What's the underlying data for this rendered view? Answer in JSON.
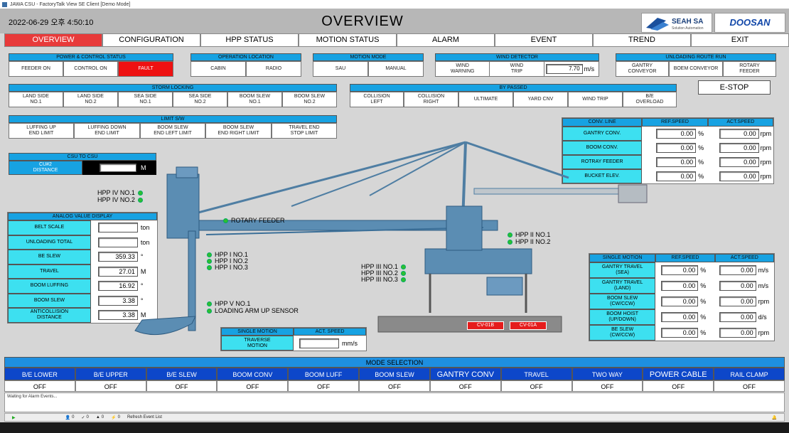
{
  "window": {
    "title": "JAWA CSU - FactoryTalk View SE Client  [Demo Mode]"
  },
  "header": {
    "datetime": "2022-06-29 오후 4:50:10",
    "title": "OVERVIEW",
    "logo_left": "SEAH SA",
    "logo_left_sub": "Solution Automation",
    "logo_right": "DOOSAN"
  },
  "nav": [
    "OVERVIEW",
    "CONFIGURATION",
    "HPP STATUS",
    "MOTION STATUS",
    "ALARM",
    "EVENT",
    "TREND",
    "EXIT"
  ],
  "power": {
    "title": "POWER & CONTROL STATUS",
    "items": [
      "FEEDER ON",
      "CONTROL ON",
      "FAULT"
    ]
  },
  "oploc": {
    "title": "OPERATION LOCATION",
    "items": [
      "CABIN",
      "RADIO"
    ]
  },
  "motion_mode": {
    "title": "MOTION MODE",
    "items": [
      "SAU",
      "MANUAL"
    ]
  },
  "wind": {
    "title": "WIND DETECTOR",
    "warning": "WIND\nWARNING",
    "trip": "WIND\nTRIP",
    "value": "7.70",
    "unit": "m/s"
  },
  "unloading": {
    "title": "UNLOADING ROUTE RUN",
    "items": [
      "GANTRY\nCONVEYOR",
      "BOEM CONVEYOR",
      "ROTARY\nFEEDER"
    ]
  },
  "storm": {
    "title": "STORM LOCKING",
    "items": [
      "LAND SIDE\nNO.1",
      "LAND SIDE\nNO.2",
      "SEA SIDE\nNO.1",
      "SEA SIDE\nNO.2",
      "BOOM SLEW\nNO.1",
      "BOOM SLEW\nNO.2"
    ]
  },
  "bypassed": {
    "title": "BY PASSED",
    "items": [
      "COLLISION\nLEFT",
      "COLLISION\nRIGHT",
      "ULTIMATE",
      "YARD CNV",
      "WIND TRIP",
      "B/E\nOVERLOAD"
    ]
  },
  "estop": "E-STOP",
  "limit": {
    "title": "LIMIT S/W",
    "items": [
      "LUFFING UP\nEND LIMIT",
      "LUFFING DOWN\nEND LIMIT",
      "BOOM SLEW\nEND LEFT LIMIT",
      "BOOM SLEW\nEND RIGHT LIMIT",
      "TRAVEL END\nSTOP LIMIT"
    ]
  },
  "csu": {
    "title": "CSU TO CSU",
    "label": "CU#2\nDISTANCE",
    "value": "",
    "unit": "M"
  },
  "conv": {
    "h1": "CONV. LINE",
    "h2": "REF.SPEED",
    "h3": "ACT.SPEED",
    "rows": [
      {
        "name": "GANTRY CONV.",
        "ref": "0.00",
        "ru": "%",
        "act": "0.00",
        "au": "rpm"
      },
      {
        "name": "BOOM CONV.",
        "ref": "0.00",
        "ru": "%",
        "act": "0.00",
        "au": "rpm"
      },
      {
        "name": "ROTRAY FEEDER",
        "ref": "0.00",
        "ru": "%",
        "act": "0.00",
        "au": "rpm"
      },
      {
        "name": "BUCKET ELEV.",
        "ref": "0.00",
        "ru": "%",
        "act": "0.00",
        "au": "rpm"
      }
    ]
  },
  "analog": {
    "title": "ANALOG VALUE DISPLAY",
    "rows": [
      {
        "name": "BELT SCALE",
        "value": "",
        "unit": "ton"
      },
      {
        "name": "UNLOADING TOTAL",
        "value": "",
        "unit": "ton"
      },
      {
        "name": "BE SLEW",
        "value": "359.33",
        "unit": "°"
      },
      {
        "name": "TRAVEL",
        "value": "27.01",
        "unit": "M"
      },
      {
        "name": "BOOM LUFFING",
        "value": "16.92",
        "unit": "°"
      },
      {
        "name": "BOOM SLEW",
        "value": "3.38",
        "unit": "°"
      },
      {
        "name": "ANTICOLLISION\nDISTANCE",
        "value": "3.38",
        "unit": "M"
      }
    ]
  },
  "hpp": {
    "iv1": "HPP IV NO.1",
    "iv2": "HPP IV NO.2",
    "rf": "ROTARY FEEDER",
    "i1": "HPP I NO.1",
    "i2": "HPP I NO.2",
    "i3": "HPP I NO.3",
    "ii1": "HPP II NO.1",
    "ii2": "HPP II NO.2",
    "iii1": "HPP III NO.1",
    "iii2": "HPP III NO.2",
    "iii3": "HPP III NO.3",
    "v1": "HPP V NO.1",
    "arm": "LOADING ARM UP SENSOR"
  },
  "cv": [
    "CV-01B",
    "CV-01A"
  ],
  "single_motion": {
    "h1": "SINGLE MOTION",
    "h2": "REF.SPEED",
    "h3": "ACT.SPEED",
    "rows": [
      {
        "name": "GANTRY TRAVEL\n(SEA)",
        "ref": "0.00",
        "ru": "%",
        "act": "0.00",
        "au": "m/s"
      },
      {
        "name": "GANTRY TRAVEL\n(LAND)",
        "ref": "0.00",
        "ru": "%",
        "act": "0.00",
        "au": "m/s"
      },
      {
        "name": "BOOM SLEW\n(CW/CCW)",
        "ref": "0.00",
        "ru": "%",
        "act": "0.00",
        "au": "rpm"
      },
      {
        "name": "BOOM HOIST\n(UP/DOWN)",
        "ref": "0.00",
        "ru": "%",
        "act": "0.00",
        "au": "d/s"
      },
      {
        "name": "BE SLEW\n(CW/CCW)",
        "ref": "0.00",
        "ru": "%",
        "act": "0.00",
        "au": "rpm"
      }
    ]
  },
  "traverse": {
    "h1": "SINGLE MOTION",
    "h2": "ACT. SPEED",
    "name": "TRAVERSE\nMOTION",
    "value": "",
    "unit": "mm/s"
  },
  "mode": {
    "title": "MODE SELECTION",
    "items": [
      {
        "name": "B/E LOWER",
        "value": "OFF"
      },
      {
        "name": "B/E UPPER",
        "value": "OFF"
      },
      {
        "name": "B/E SLEW",
        "value": "OFF"
      },
      {
        "name": "BOOM CONV",
        "value": "OFF"
      },
      {
        "name": "BOOM LUFF",
        "value": "OFF"
      },
      {
        "name": "BOOM SLEW",
        "value": "OFF"
      },
      {
        "name": "GANTRY CONV",
        "value": "OFF"
      },
      {
        "name": "TRAVEL",
        "value": "OFF"
      },
      {
        "name": "TWO WAY",
        "value": "OFF"
      },
      {
        "name": "POWER CABLE",
        "value": "OFF"
      },
      {
        "name": "RAIL CLAMP",
        "value": "OFF"
      }
    ]
  },
  "alarm": "Waiting for Alarm Events...",
  "status": {
    "c1": "0",
    "c2": "0",
    "c3": "0",
    "c4": "0",
    "refresh": "Refresh Event List"
  }
}
